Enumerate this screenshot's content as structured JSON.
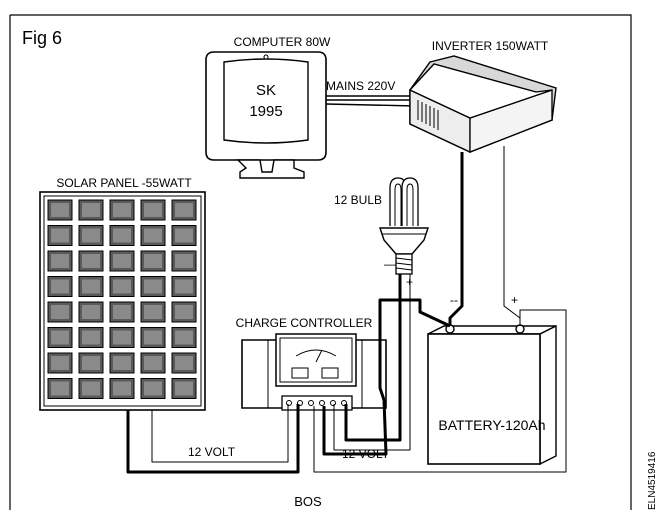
{
  "figure_label": "Fig 6",
  "computer": {
    "label": "COMPUTER 80W",
    "screen_line1": "SK",
    "screen_line2": "1995"
  },
  "mains_label": "MAINS 220V",
  "inverter_label": "INVERTER 150WATT",
  "solar_panel_label": "SOLAR PANEL -55WATT",
  "bulb_label": "12 BULB",
  "charge_controller_label": "CHARGE CONTROLLER",
  "battery": {
    "label": "BATTERY-120Ah",
    "neg": "--",
    "pos": "+"
  },
  "bulb_neg": "—",
  "bulb_pos": "+",
  "wire_label_left": "12 VOLT",
  "wire_label_right": "12 VOLT",
  "bos_label": "BOS",
  "ref_code": "ELN4519416"
}
